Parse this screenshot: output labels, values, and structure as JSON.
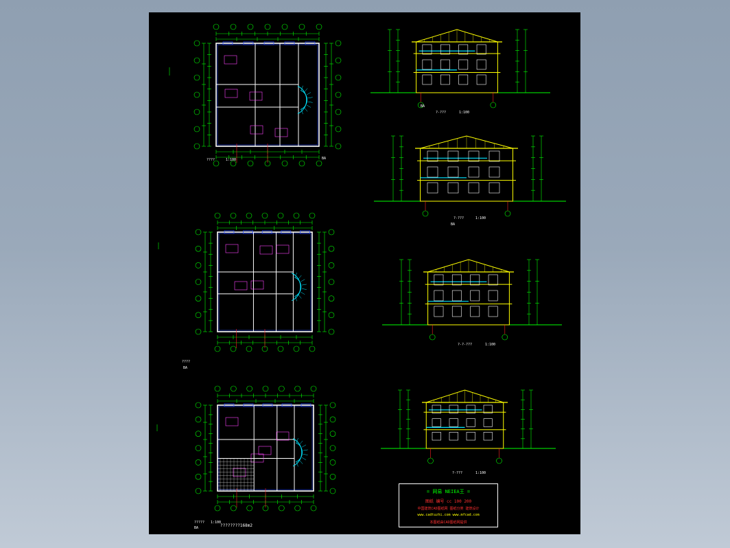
{
  "drawing": {
    "plan_scale": "1:100",
    "plan_captions": [
      "????",
      "????",
      "?????"
    ],
    "plan_tags": [
      "BA",
      "BA",
      "BA"
    ],
    "area_note": "????????168m2",
    "elevation_captions": [
      "?-???",
      "?-???",
      "?-?-???",
      "?-???"
    ],
    "elevation_scale": "1:100",
    "elevation_tags": [
      "BA",
      "BA"
    ]
  },
  "title_block": {
    "header": "= 网易 NEIEA王 =",
    "row1": "图纸  编号  cc 100 200",
    "row2": "中国建筑CAD图纸网 图纸分类 建筑设计",
    "row3": "www.cadtuzhi.com  www.mfcad.com",
    "row4": "本图纸由CAD图纸网提供"
  },
  "colors": {
    "background_outer": "#9aa9ba",
    "sheet": "#000000",
    "dimension_green": "#00ff00",
    "wall_white": "#ffffff",
    "window_blue": "#3050ff",
    "stair_cyan": "#00e5ff",
    "elevation_yellow": "#ffff00",
    "axis_red": "#ff2020",
    "furniture_magenta": "#ff44ff"
  }
}
